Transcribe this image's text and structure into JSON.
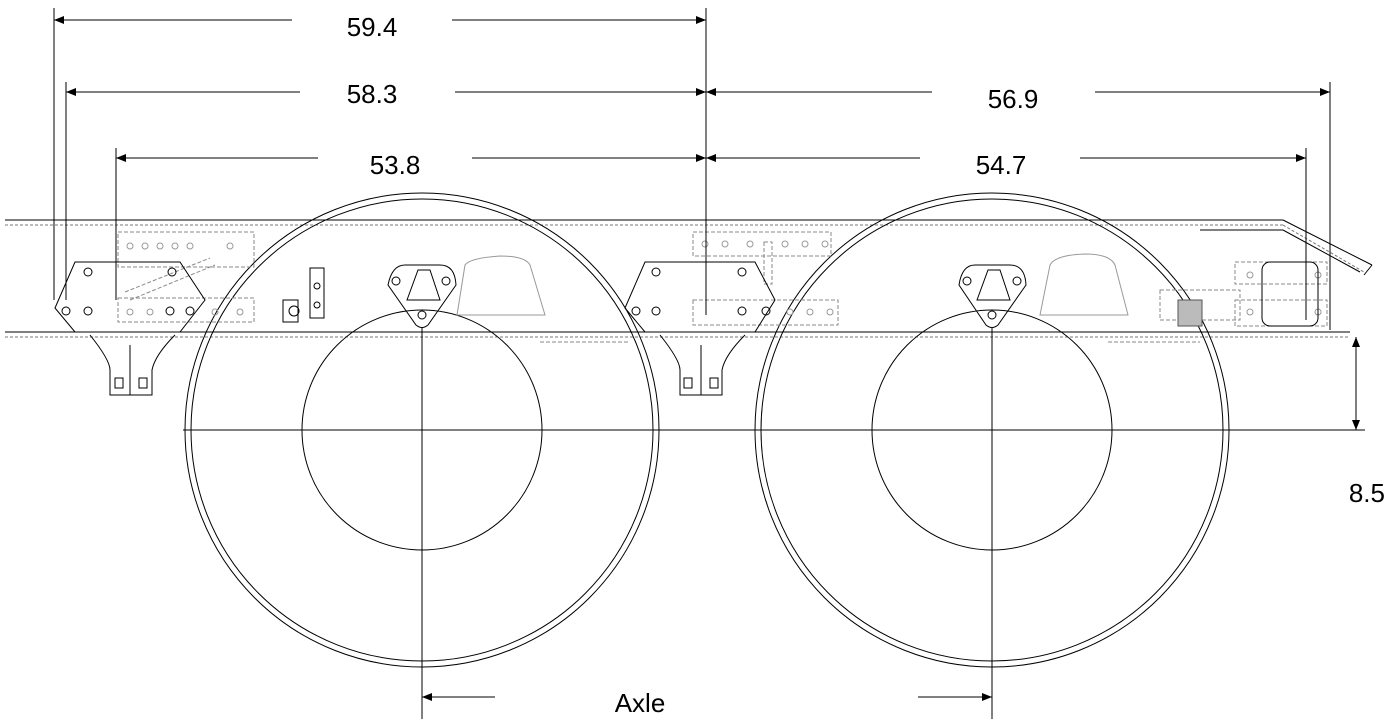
{
  "dimensions": {
    "d594": "59.4",
    "d583": "58.3",
    "d569": "56.9",
    "d538": "53.8",
    "d547": "54.7",
    "d85": "8.5"
  },
  "labels": {
    "axle": "Axle"
  },
  "colors": {
    "line": "#000000",
    "hidden": "#8a8a8a",
    "background": "#ffffff"
  }
}
